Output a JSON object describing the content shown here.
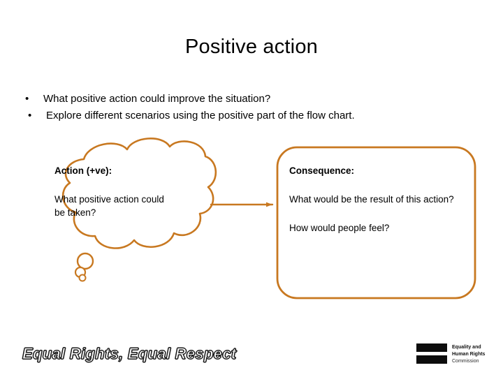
{
  "slide": {
    "title": "Positive action",
    "background_color": "#FFFFFF",
    "accent_color": "#C87820"
  },
  "bullets": [
    {
      "marker": "•",
      "text": "What positive action could improve the situation?"
    },
    {
      "marker": "•",
      "text": "Explore different scenarios using the positive part of the flow chart."
    }
  ],
  "diagram": {
    "thought_bubble": {
      "shape": "cloud",
      "outline_color": "#C87820",
      "heading": "Action (+ve):",
      "body": "What positive action could be taken?"
    },
    "connector": {
      "shape": "arrow-right",
      "color": "#C87820"
    },
    "consequence_box": {
      "shape": "rounded-rectangle",
      "outline_color": "#C87820",
      "heading": "Consequence:",
      "body1": "What would be the result of this action?",
      "body2": "How would people feel?"
    }
  },
  "footer": {
    "slogan": "Equal Rights, Equal Respect",
    "logo": {
      "line1": "Equality and",
      "line2": "Human Rights",
      "line3": "Commission"
    }
  }
}
